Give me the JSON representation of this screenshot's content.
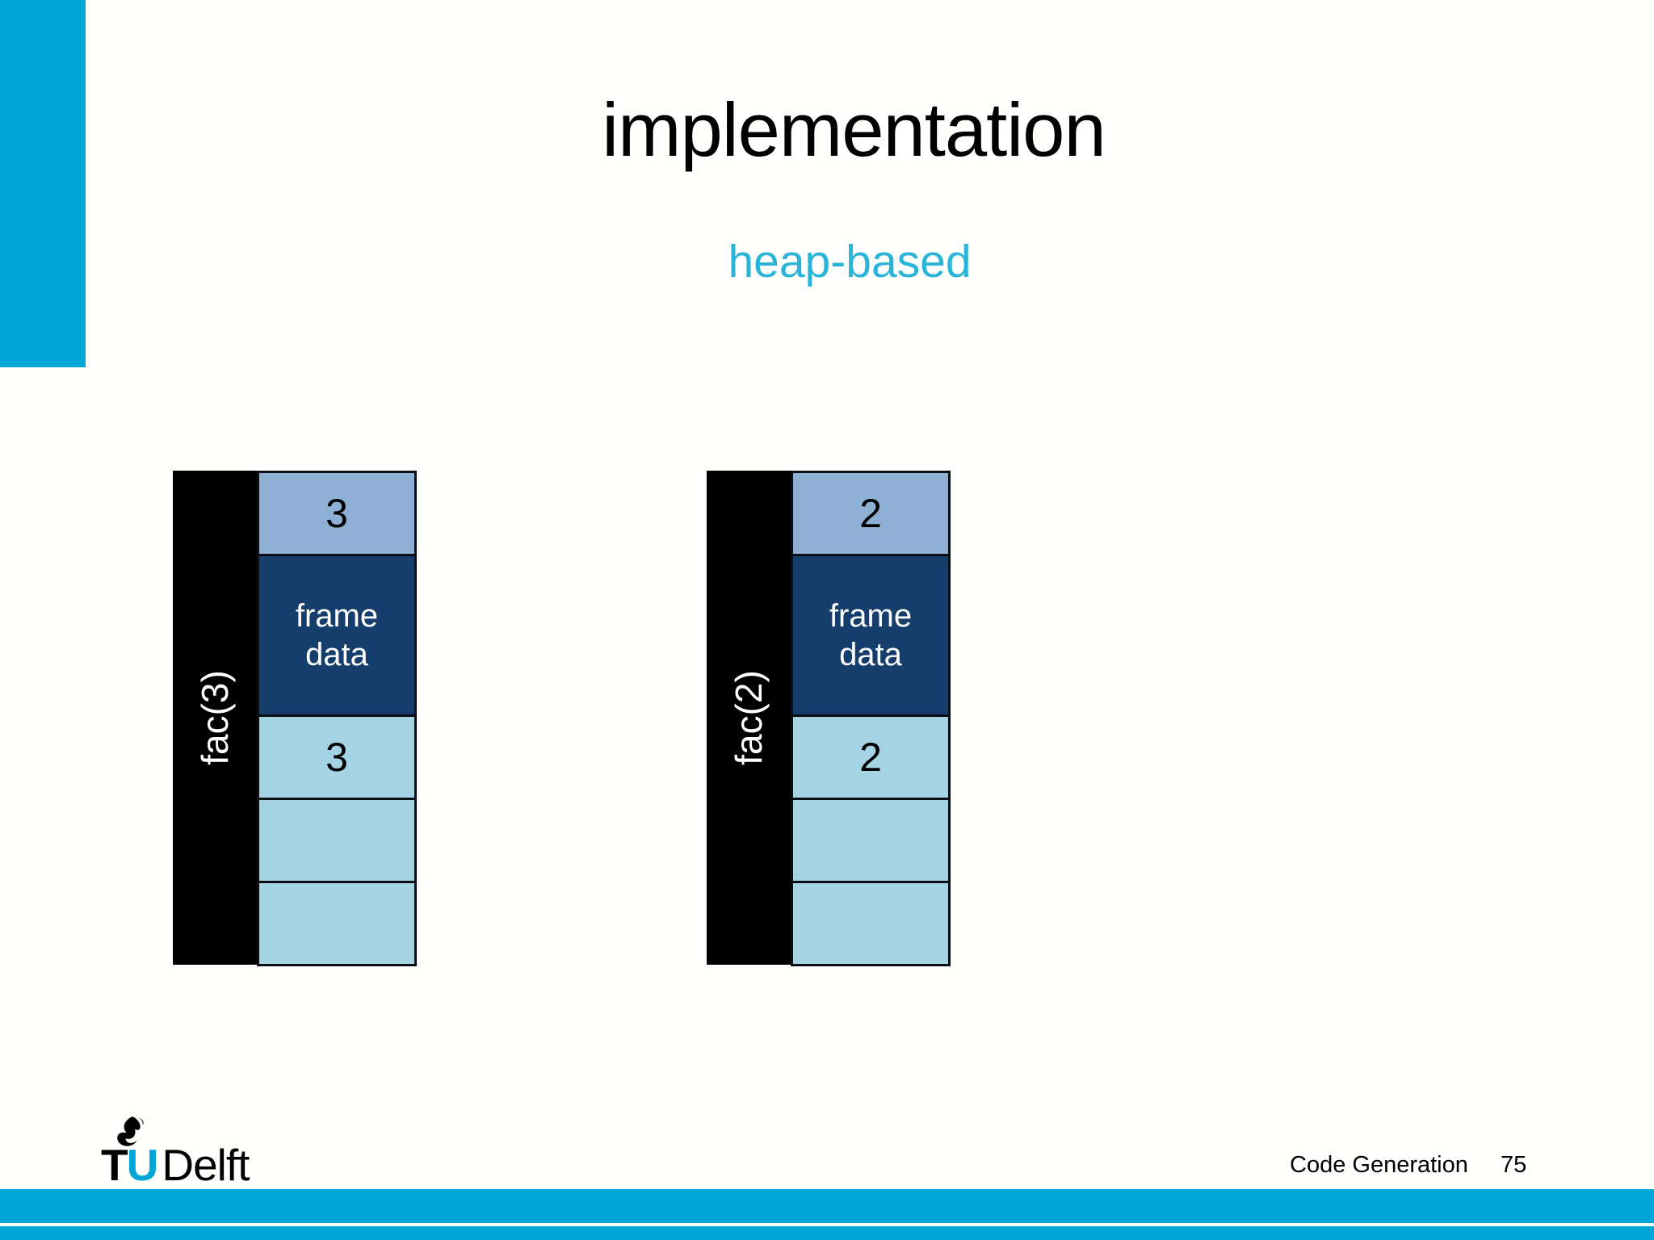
{
  "slide": {
    "title": "implementation",
    "subtitle": "heap-based"
  },
  "diagrams": [
    {
      "label": "fac(3)",
      "cells": [
        {
          "text": "3",
          "style": "steel"
        },
        {
          "lines": [
            "frame",
            "data"
          ],
          "style": "navy"
        },
        {
          "text": "3",
          "style": "light"
        },
        {
          "text": "",
          "style": "light"
        },
        {
          "text": "",
          "style": "light"
        }
      ]
    },
    {
      "label": "fac(2)",
      "cells": [
        {
          "text": "2",
          "style": "steel"
        },
        {
          "lines": [
            "frame",
            "data"
          ],
          "style": "navy"
        },
        {
          "text": "2",
          "style": "light"
        },
        {
          "text": "",
          "style": "light"
        },
        {
          "text": "",
          "style": "light"
        }
      ]
    }
  ],
  "footer": {
    "logo_t": "T",
    "logo_u": "U",
    "logo_delft": "Delft",
    "course": "Code Generation",
    "page": "75"
  },
  "colors": {
    "accent": "#00A6D6",
    "subtitle_color": "#29B4D8",
    "steel": "#8FB0D5",
    "navy": "#153E6C",
    "light": "#A4D4E4",
    "border": "#0A0E14"
  }
}
